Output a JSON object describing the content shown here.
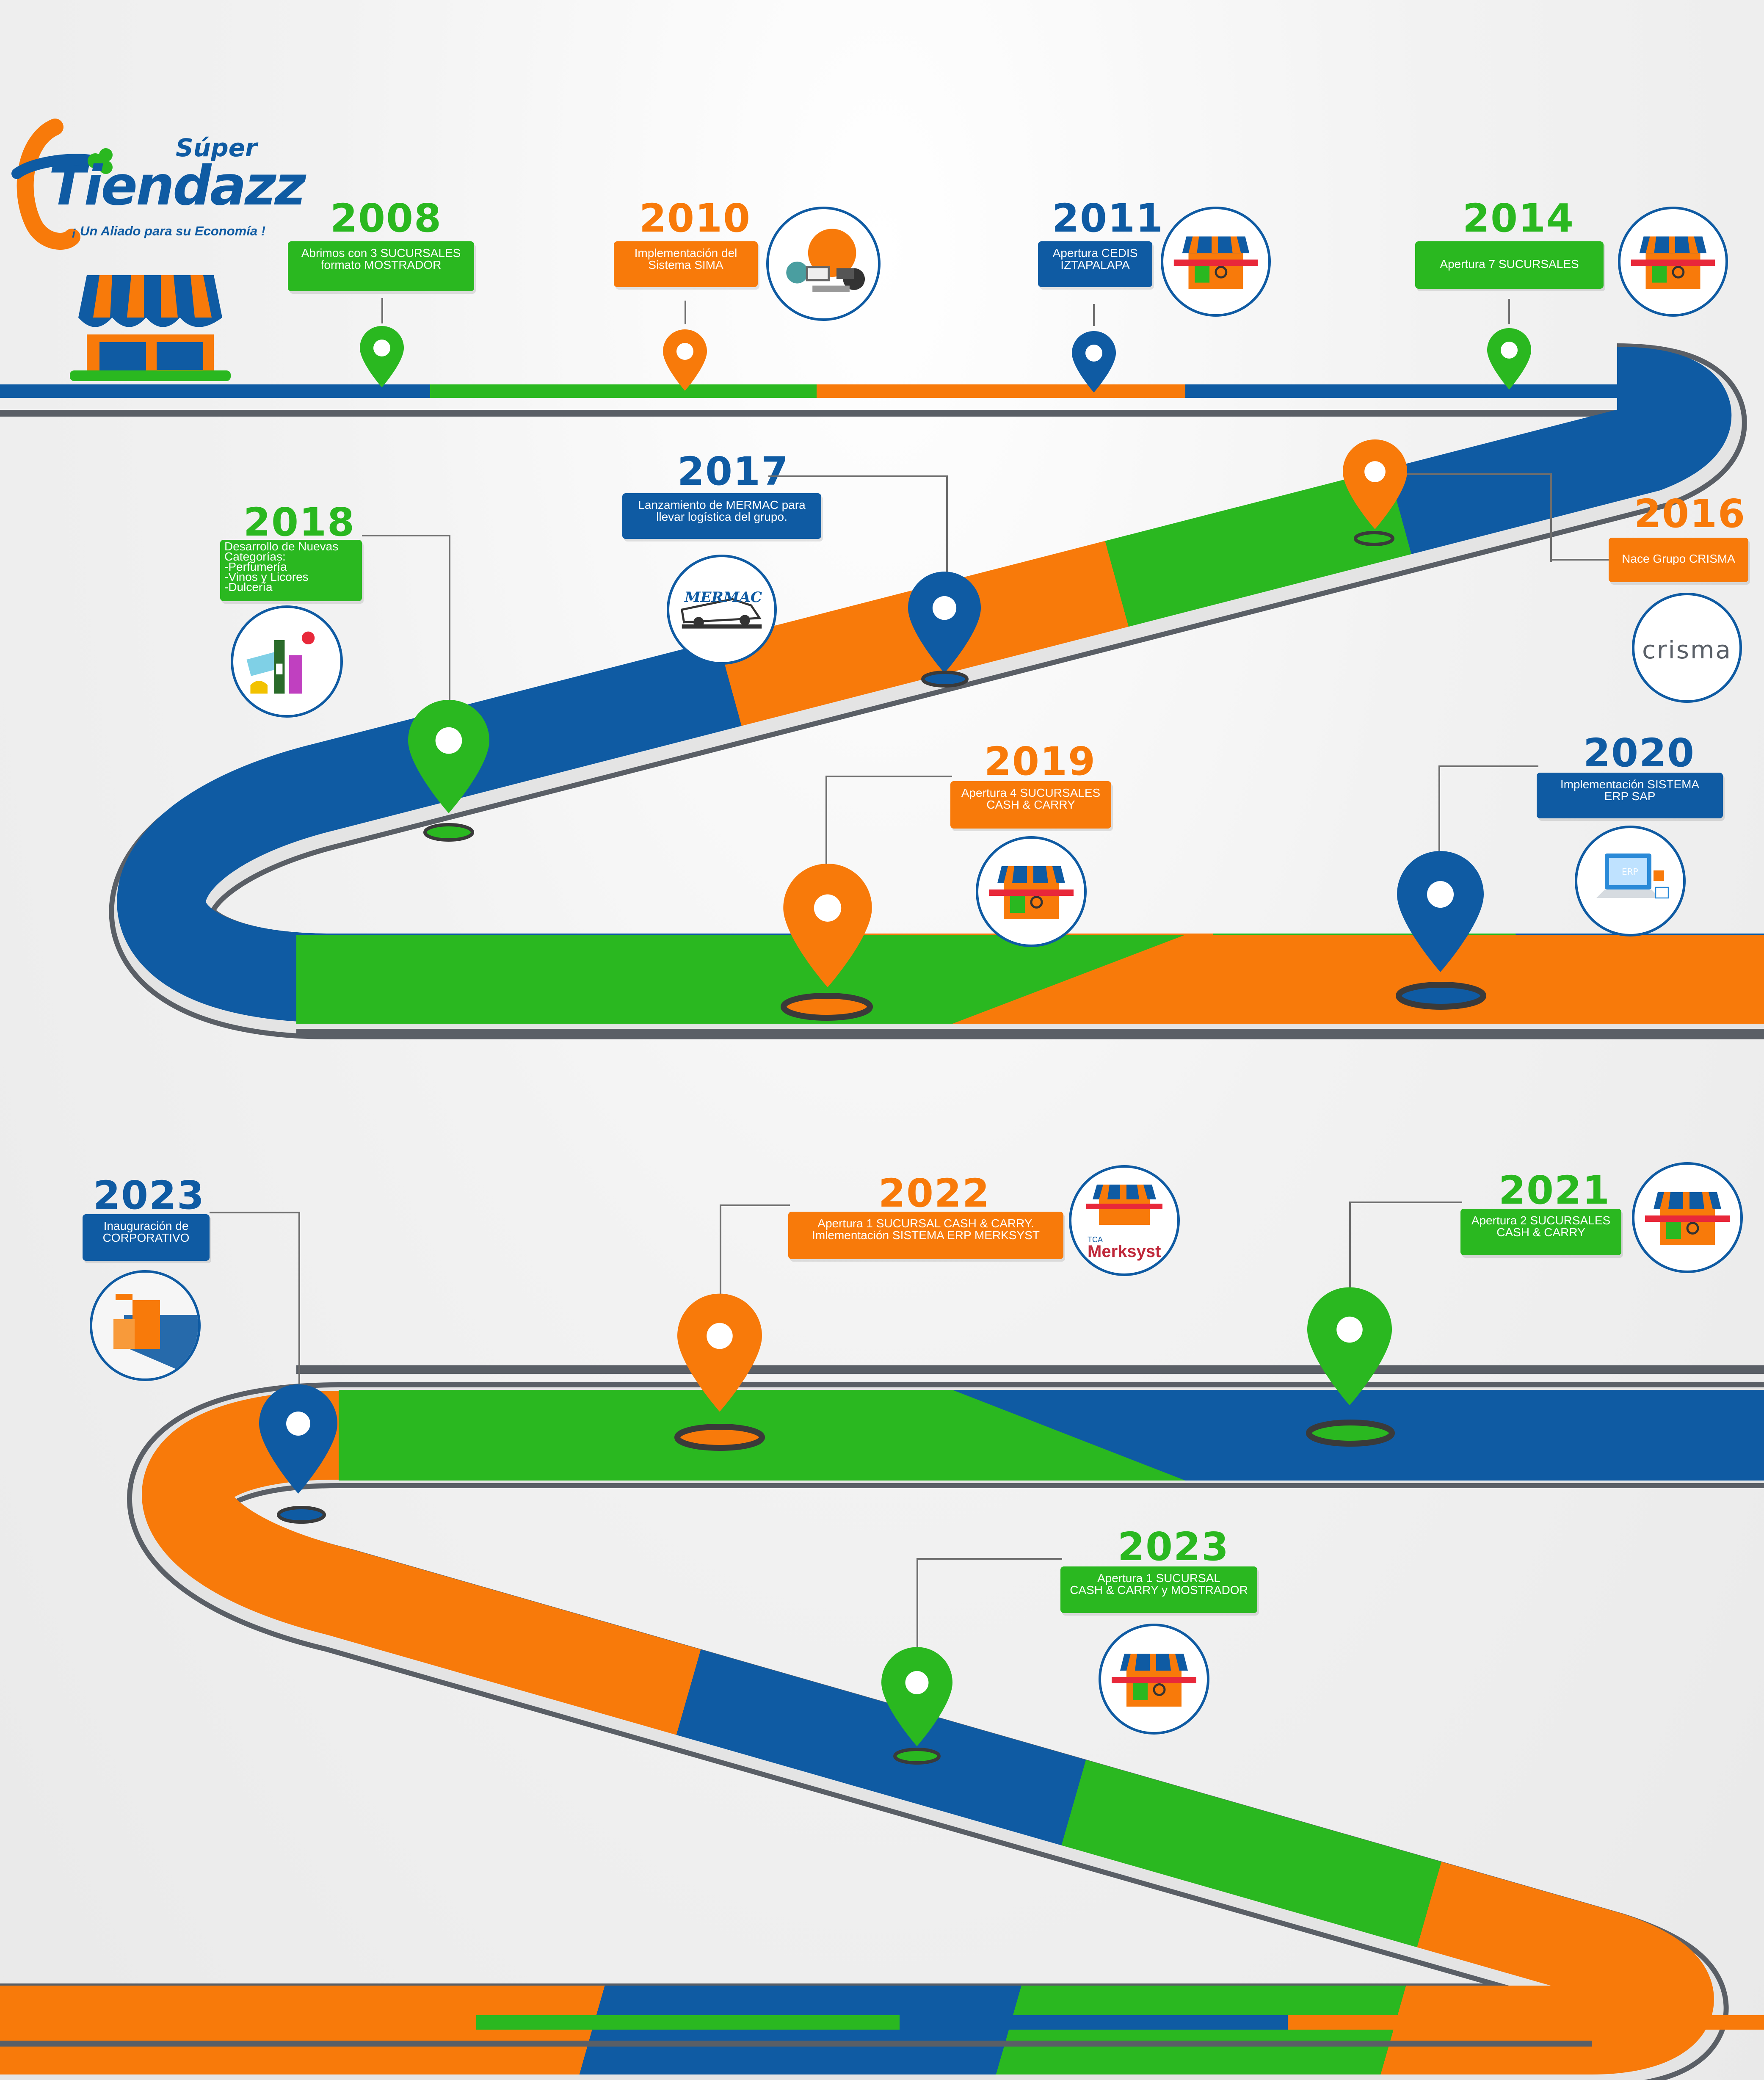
{
  "brand": {
    "name": "Tiendazz",
    "super": "Súper",
    "tagline": "¡ Un Aliado para su Economía !",
    "colors": {
      "green": "#2ab820",
      "orange": "#f87a0a",
      "blue": "#0f5ba3",
      "gray": "#5a5f66"
    }
  },
  "events": [
    {
      "year": "2008",
      "label": "Abrimos con 3 SUCURSALES\nformato MOSTRADOR",
      "color": "green",
      "icon": "store-front-icon"
    },
    {
      "year": "2010",
      "label": "Implementación del\nSistema SIMA",
      "color": "orange",
      "icon": "computer-network-icon"
    },
    {
      "year": "2011",
      "label": "Apertura CEDIS\nIZTAPALAPA",
      "color": "blue",
      "icon": "store-ribbon-icon"
    },
    {
      "year": "2014",
      "label": "Apertura 7 SUCURSALES",
      "color": "green",
      "icon": "store-ribbon-icon"
    },
    {
      "year": "2016",
      "label": "Nace Grupo CRISMA",
      "color": "orange",
      "icon": "crisma-logo-icon",
      "logo_text": "crisma"
    },
    {
      "year": "2017",
      "label": "Lanzamiento de MERMAC para\nllevar logística del grupo.",
      "color": "blue",
      "icon": "mermac-truck-icon",
      "logo_text": "MERMAC"
    },
    {
      "year": "2018",
      "label": "Desarrollo de Nuevas\nCategorías:\n-Perfumería\n-Vinos y Licores\n-Dulcería",
      "color": "green",
      "icon": "products-icon"
    },
    {
      "year": "2019",
      "label": "Apertura 4 SUCURSALES\nCASH & CARRY",
      "color": "orange",
      "icon": "store-ribbon-icon"
    },
    {
      "year": "2020",
      "label": "Implementación SISTEMA\nERP SAP",
      "color": "blue",
      "icon": "laptop-erp-icon"
    },
    {
      "year": "2021",
      "label": "Apertura 2 SUCURSALES\nCASH & CARRY",
      "color": "green",
      "icon": "store-ribbon-icon"
    },
    {
      "year": "2022",
      "label": "Apertura 1 SUCURSAL CASH & CARRY.\nImlementación SISTEMA ERP MERKSYST",
      "color": "orange",
      "icon": "merksyst-store-icon",
      "logo_text": "Merksyst",
      "logo_small": "TCA"
    },
    {
      "year": "2023",
      "label": "Inauguración de\nCORPORATIVO",
      "color": "blue",
      "icon": "corporate-building-icon"
    },
    {
      "year": "2023",
      "label": "Apertura 1 SUCURSAL\nCASH & CARRY y MOSTRADOR",
      "color": "green",
      "icon": "store-ribbon-icon"
    }
  ]
}
